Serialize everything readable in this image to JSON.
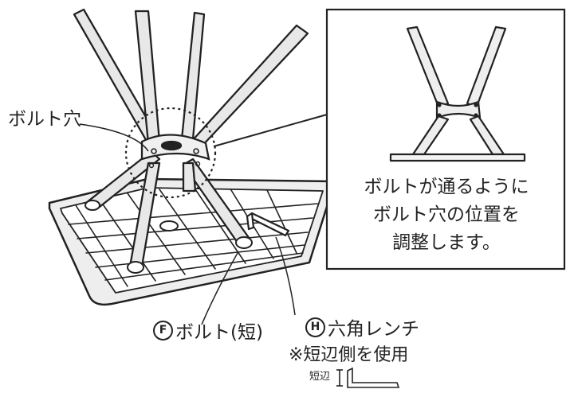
{
  "labels": {
    "bolt_hole": "ボルト穴",
    "bolt_marker": "F",
    "bolt_name": "ボルト(短)",
    "wrench_marker": "H",
    "wrench_name": "六角レンチ",
    "note": "※短辺側を使用",
    "short_side": "短辺"
  },
  "detail_box": {
    "lines": [
      "ボルトが通るように",
      "ボルト穴の位置を",
      "調整します。"
    ]
  }
}
